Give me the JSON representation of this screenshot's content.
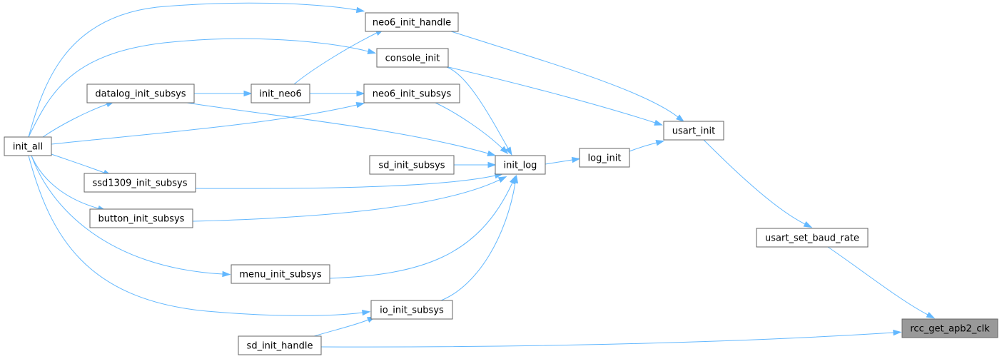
{
  "nodes": {
    "init_all": "init_all",
    "neo6_init_handle": "neo6_init_handle",
    "console_init": "console_init",
    "datalog_init_subsys": "datalog_init_subsys",
    "init_neo6": "init_neo6",
    "neo6_init_subsys": "neo6_init_subsys",
    "sd_init_subsys": "sd_init_subsys",
    "init_log": "init_log",
    "log_init": "log_init",
    "usart_init": "usart_init",
    "ssd1309_init_subsys": "ssd1309_init_subsys",
    "button_init_subsys": "button_init_subsys",
    "usart_set_baud_rate": "usart_set_baud_rate",
    "menu_init_subsys": "menu_init_subsys",
    "io_init_subsys": "io_init_subsys",
    "sd_init_handle": "sd_init_handle",
    "rcc_get_apb2_clk": "rcc_get_apb2_clk"
  },
  "highlighted_node": "rcc_get_apb2_clk",
  "edge_color": "#63b8ff",
  "node_border_color": "#666666",
  "highlight_fill_color": "#999999",
  "edges": [
    {
      "from": "init_all",
      "to": "neo6_init_handle"
    },
    {
      "from": "init_all",
      "to": "console_init"
    },
    {
      "from": "init_all",
      "to": "datalog_init_subsys"
    },
    {
      "from": "init_all",
      "to": "neo6_init_subsys"
    },
    {
      "from": "init_all",
      "to": "ssd1309_init_subsys"
    },
    {
      "from": "init_all",
      "to": "button_init_subsys"
    },
    {
      "from": "init_all",
      "to": "menu_init_subsys"
    },
    {
      "from": "init_all",
      "to": "io_init_subsys"
    },
    {
      "from": "datalog_init_subsys",
      "to": "init_neo6"
    },
    {
      "from": "init_neo6",
      "to": "neo6_init_handle"
    },
    {
      "from": "init_neo6",
      "to": "neo6_init_subsys"
    },
    {
      "from": "datalog_init_subsys",
      "to": "init_log"
    },
    {
      "from": "console_init",
      "to": "init_log"
    },
    {
      "from": "neo6_init_subsys",
      "to": "init_log"
    },
    {
      "from": "sd_init_subsys",
      "to": "init_log"
    },
    {
      "from": "ssd1309_init_subsys",
      "to": "init_log"
    },
    {
      "from": "button_init_subsys",
      "to": "init_log"
    },
    {
      "from": "menu_init_subsys",
      "to": "init_log"
    },
    {
      "from": "io_init_subsys",
      "to": "init_log"
    },
    {
      "from": "sd_init_handle",
      "to": "io_init_subsys"
    },
    {
      "from": "init_log",
      "to": "log_init"
    },
    {
      "from": "log_init",
      "to": "usart_init"
    },
    {
      "from": "neo6_init_handle",
      "to": "usart_init"
    },
    {
      "from": "console_init",
      "to": "usart_init"
    },
    {
      "from": "usart_init",
      "to": "usart_set_baud_rate"
    },
    {
      "from": "usart_set_baud_rate",
      "to": "rcc_get_apb2_clk"
    },
    {
      "from": "sd_init_handle",
      "to": "rcc_get_apb2_clk"
    }
  ]
}
